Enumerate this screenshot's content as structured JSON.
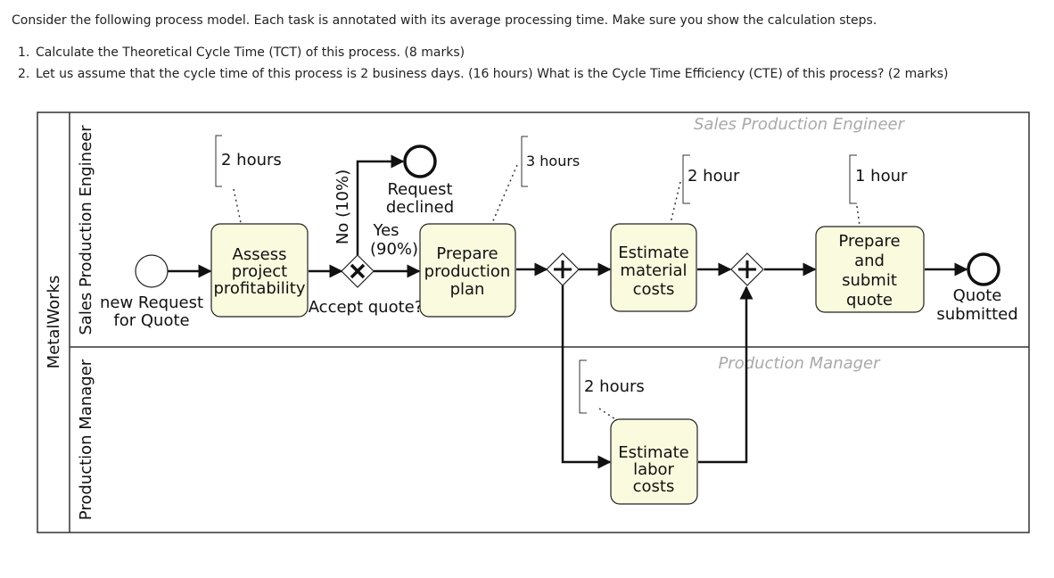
{
  "question": {
    "intro": "Consider the following process model. Each task is annotated with its average processing time. Make sure you show the calculation steps.",
    "items": [
      {
        "num": "1.",
        "text": "Calculate the Theoretical Cycle Time (TCT) of this process. (8 marks)"
      },
      {
        "num": "2.",
        "text": "Let us assume that the cycle time of this process is 2 business days. (16 hours) What is the Cycle Time Efficiency (CTE) of this process? (2 marks)"
      }
    ]
  },
  "diagram": {
    "pool": "MetalWorks",
    "lanes": [
      "Sales Production Engineer",
      "Production Manager"
    ],
    "watermarks": [
      "Sales Production Engineer",
      "Production Manager"
    ],
    "start_event": [
      "new Request",
      "for Quote"
    ],
    "tasks": {
      "assess": [
        "Assess",
        "project",
        "profitability"
      ],
      "prepare_plan": [
        "Prepare",
        "production",
        "plan"
      ],
      "estimate_material": [
        "Estimate",
        "material",
        "costs"
      ],
      "estimate_labor": [
        "Estimate",
        "labor",
        "costs"
      ],
      "prepare_quote": [
        "Prepare",
        "and",
        "submit",
        "quote"
      ]
    },
    "annotations": {
      "assess": "2 hours",
      "prepare_plan": "3 hours",
      "estimate_material": "2 hour",
      "estimate_labor": "2 hours",
      "prepare_quote": "1 hour"
    },
    "gateway": {
      "label": "Accept quote?",
      "no_flow": "No (10%)",
      "yes_flow": [
        "Yes",
        "(90%)"
      ]
    },
    "end_declined": [
      "Request",
      "declined"
    ],
    "end_submitted": [
      "Quote",
      "submitted"
    ]
  }
}
